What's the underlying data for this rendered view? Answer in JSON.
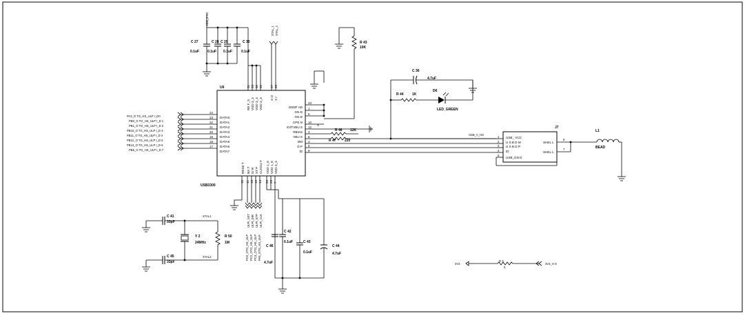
{
  "chip": {
    "ref": "U6",
    "part": "USB3300",
    "left_pins": [
      {
        "num": "24",
        "name": "DATA0"
      },
      {
        "num": "23",
        "name": "DATA1"
      },
      {
        "num": "22",
        "name": "DATA2"
      },
      {
        "num": "21",
        "name": "DATA3"
      },
      {
        "num": "20",
        "name": "DATA4"
      },
      {
        "num": "19",
        "name": "DATA5"
      },
      {
        "num": "18",
        "name": "DATA6"
      },
      {
        "num": "17",
        "name": "DATA7"
      }
    ],
    "right_pins": [
      {
        "num": "33",
        "name": "GNDF AD"
      },
      {
        "num": "1",
        "name": "GN D"
      },
      {
        "num": "5",
        "name": "GN D"
      },
      {
        "num": "10",
        "name": "CPE N"
      },
      {
        "num": "12",
        "name": "EXTVBU S"
      },
      {
        "num": "3",
        "name": "RBIAS"
      },
      {
        "num": "8",
        "name": "VBU S"
      },
      {
        "num": "4",
        "name": "DM"
      },
      {
        "num": "6",
        "name": "D P"
      },
      {
        "num": "9",
        "name": "ID"
      }
    ],
    "top_pins": [
      {
        "num": "31",
        "name": "RE F_S"
      },
      {
        "num": "25",
        "name": "VDD 3_3"
      },
      {
        "num": "30",
        "name": "VDD 3_3"
      },
      {
        "num": "32",
        "name": "VDD 3_3"
      },
      {
        "num": "27",
        "name": "X O"
      },
      {
        "num": "28",
        "name": "X I"
      }
    ],
    "bottom_pins": [
      {
        "num": "16",
        "name": "RESE T"
      },
      {
        "num": "11",
        "name": "NX T"
      },
      {
        "num": "15",
        "name": "DI R"
      },
      {
        "num": "13",
        "name": "ST P"
      },
      {
        "num": "14",
        "name": "CLKOU T"
      },
      {
        "num": "26",
        "name": "VDD 1_8"
      },
      {
        "num": "29",
        "name": "VDD 1_8"
      },
      {
        "num": "7",
        "name": "VDD 3_3"
      }
    ]
  },
  "data_nets": [
    "PA3_O TG_HS_ULP I_D0",
    "PB0_O TG_HS_ULP I_D 1",
    "PB1_O TG_HS_ULP I_D 2",
    "PB10_O TG_HS_ULP I_D 3",
    "PB11_O TG_HS_ULP I_D 4",
    "PB12_O TG_HS_ULP I_D 5",
    "PB13_O TG_HS_ULP I_D 6",
    "PB5_O TG_HS_ULP I_D 7"
  ],
  "top_nets": [
    "VDD_3 V3",
    "XTAL_1",
    "XTAL_2"
  ],
  "bottom_nets": [
    "ULPI_NXT",
    "ULPI_DIR",
    "ULPI_STP",
    "ULPI_CLK"
  ],
  "bottom_nets_left": [
    "PC0_OTG_HS_ULP",
    "PC2_OTG_HS_ULP",
    "PC3_OTG_HS_ULP",
    "PA5_OTG_HS_ULP"
  ],
  "caps_top": [
    {
      "ref": "C 27",
      "value": "0.1uF"
    },
    {
      "ref": "C 28",
      "value": "0.1uF"
    },
    {
      "ref": "C 29",
      "value": "0.1uF"
    },
    {
      "ref": "C 30",
      "value": "0.1uF"
    }
  ],
  "r43": {
    "ref": "R 43",
    "value": "10K"
  },
  "c36": {
    "ref": "C 36",
    "value": "4.7uF"
  },
  "r44": {
    "ref": "R 44",
    "value": "1K"
  },
  "d6": {
    "ref": "D6",
    "value": "LED_GREEN"
  },
  "r46": {
    "ref": "R 46",
    "value": "12K"
  },
  "r47": {
    "ref": "R 47",
    "value": "220"
  },
  "usb_v_net": "USB_V_HS",
  "j7": {
    "ref": "J7",
    "pins": [
      {
        "num": "1",
        "name": "USB_ VCC"
      },
      {
        "num": "2",
        "name": "U S B D M"
      },
      {
        "num": "3",
        "name": "U S B D P"
      },
      {
        "num": "4",
        "name": "ID"
      },
      {
        "num": "5",
        "name": "USB_GN D"
      }
    ],
    "shell": [
      {
        "num": "6",
        "name": "SHEL L"
      },
      {
        "num": "7",
        "name": "SHEL L"
      }
    ]
  },
  "l1": {
    "ref": "L1",
    "value": "BEAD"
  },
  "c41": {
    "ref": "C 41",
    "value": "33pF"
  },
  "c45": {
    "ref": "C 45",
    "value": "33pF"
  },
  "y2": {
    "ref": "Y 2",
    "value": "24MHz"
  },
  "r50": {
    "ref": "R 50",
    "value": "1M"
  },
  "xtal1_net": "XTAL1",
  "xtal2_net": "XTAL2",
  "c42": {
    "ref": "C 42",
    "value": "0.1uF"
  },
  "c43": {
    "ref": "C 43",
    "value": "0.1uF"
  },
  "c44": {
    "ref": "C 44",
    "value": "4.7uF"
  },
  "c46": {
    "ref": "C 46",
    "value": "4.7uF"
  },
  "r_link": {
    "ref": "R 3",
    "value": "0"
  },
  "net_3v3": "3V3",
  "net_3v3_hs": "3V3_H S",
  "no_connect": "X"
}
